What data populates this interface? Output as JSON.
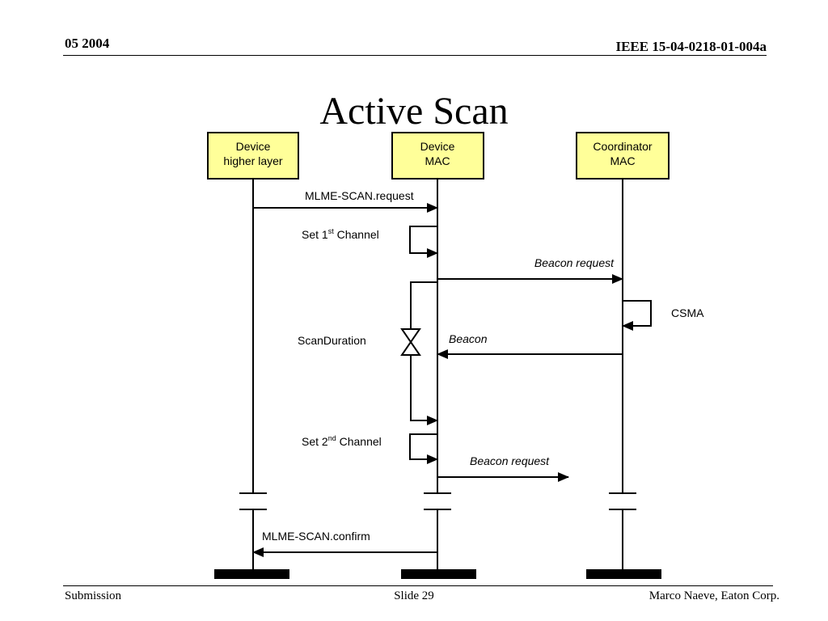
{
  "header": {
    "date": "05 2004",
    "doc_id": "IEEE 15-04-0218-01-004a"
  },
  "title": "Active Scan",
  "entities": [
    {
      "line1": "Device",
      "line2": "higher layer"
    },
    {
      "line1": "Device",
      "line2": "MAC"
    },
    {
      "line1": "Coordinator",
      "line2": "MAC"
    }
  ],
  "messages": {
    "scan_request": "MLME-SCAN.request",
    "set_channel_1": {
      "prefix": "Set 1",
      "sup": "st",
      "suffix": " Channel"
    },
    "beacon_request_1": "Beacon request",
    "csma": "CSMA",
    "scan_duration": "ScanDuration",
    "beacon": "Beacon",
    "set_channel_2": {
      "prefix": "Set 2",
      "sup": "nd",
      "suffix": " Channel"
    },
    "beacon_request_2": "Beacon request",
    "scan_confirm": "MLME-SCAN.confirm"
  },
  "footer": {
    "left": "Submission",
    "center": "Slide 29",
    "right": "Marco Naeve, Eaton Corp."
  },
  "colors": {
    "entity_fill": "#ffff99",
    "line": "#000000"
  }
}
